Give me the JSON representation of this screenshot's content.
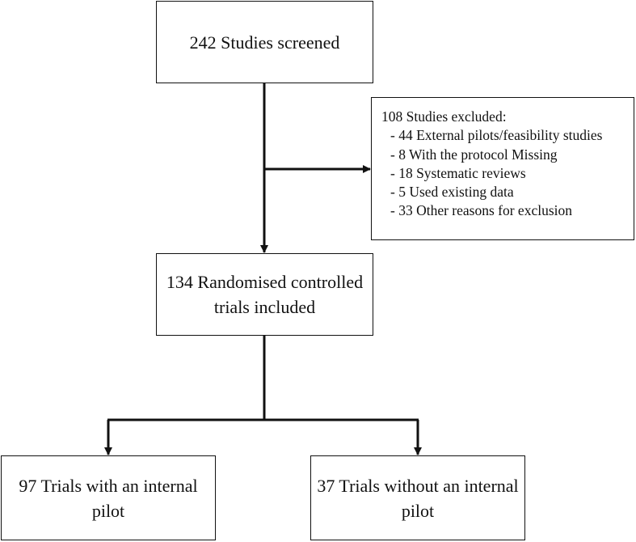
{
  "flowchart": {
    "screened": {
      "text": "242 Studies screened"
    },
    "excluded": {
      "title": "108 Studies excluded:",
      "reasons": [
        "44 External pilots/feasibility studies",
        "8 With the protocol Missing",
        "18 Systematic reviews",
        "5 Used existing data",
        "33 Other reasons for exclusion"
      ]
    },
    "included": {
      "line1": "134 Randomised controlled",
      "line2": "trials included"
    },
    "with_internal_pilot": {
      "line1": "97 Trials with an internal",
      "line2": "pilot"
    },
    "without_internal_pilot": {
      "line1": "37 Trials without an internal",
      "line2": "pilot"
    }
  }
}
